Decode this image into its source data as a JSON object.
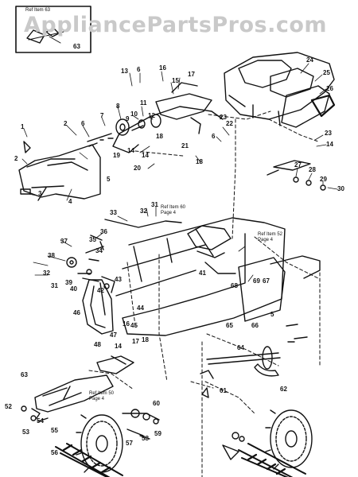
{
  "watermark": "AppliancePartsPros.com",
  "reference_notes": [
    {
      "line1": "Ref Item 63",
      "line2": ""
    },
    {
      "line1": "Ref Item 60",
      "line2": "Page 4"
    },
    {
      "line1": "Ref Item 52",
      "line2": "Page 4"
    },
    {
      "line1": "Ref Item 50",
      "line2": "Page 4"
    }
  ],
  "callouts": [
    "63",
    "13",
    "6",
    "16",
    "17",
    "15",
    "24",
    "25",
    "26",
    "11",
    "8",
    "7",
    "10",
    "12",
    "9",
    "6",
    "1",
    "2",
    "22",
    "23",
    "6",
    "23",
    "14",
    "21",
    "18",
    "19",
    "14",
    "14",
    "18",
    "20",
    "2",
    "3",
    "4",
    "27",
    "28",
    "29",
    "30",
    "5",
    "31",
    "32",
    "33",
    "36",
    "35",
    "34",
    "37",
    "38",
    "32",
    "39",
    "40",
    "41",
    "42",
    "43",
    "31",
    "45",
    "46",
    "47",
    "48",
    "16",
    "17",
    "18",
    "44",
    "14",
    "64",
    "65",
    "66",
    "67",
    "68",
    "69",
    "5",
    "52",
    "53",
    "54",
    "55",
    "56",
    "57",
    "58",
    "59",
    "60",
    "61",
    "62",
    "63"
  ]
}
